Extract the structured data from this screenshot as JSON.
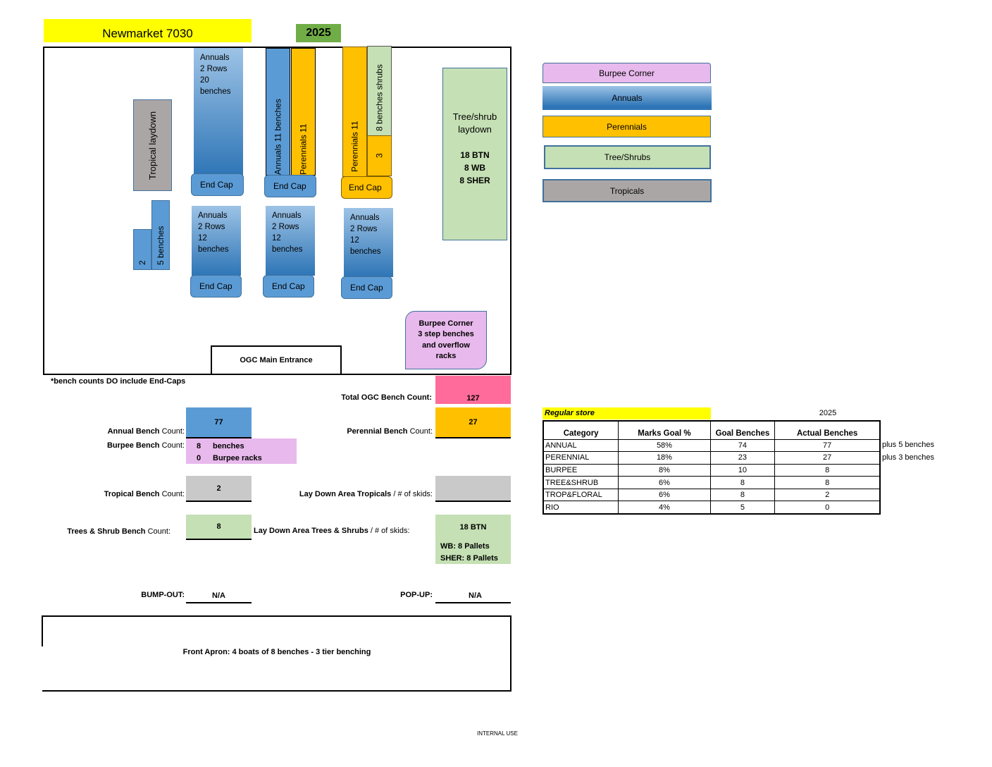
{
  "header": {
    "store": "Newmarket 7030",
    "year": "2025"
  },
  "map": {
    "tropical_laydown": "Tropical laydown",
    "annuals_20": "Annuals\n2 Rows\n20\nbenches",
    "annuals_11": "Annuals  11  benches",
    "perennials_11a": "Perennials  11",
    "perennials_11b": "Perennials  11",
    "shrubs_8": "8 benches shrubs",
    "three": "3",
    "end_cap": "End Cap",
    "tree_shrub_title": "Tree/shrub\nlaydown",
    "tree_shrub_counts": "18 BTN\n8 WB\n8 SHER",
    "two": "2",
    "five_benches": "5 benches",
    "annuals_12": "Annuals\n2 Rows\n12\nbenches",
    "burpee_corner": "Burpee Corner\n3 step benches\nand overflow\nracks",
    "entrance": "OGC Main Entrance",
    "footnote": "*bench counts DO include End-Caps"
  },
  "legend": [
    "Burpee Corner",
    "Annuals",
    "Perennials",
    "Tree/Shrubs",
    "Tropicals"
  ],
  "counts": {
    "total_label": "Total OGC Bench Count:",
    "total": "127",
    "annual_label_b": "Annual Bench",
    "annual_label_n": " Count:",
    "annual": "77",
    "perennial_label_b": "Perennial Bench",
    "perennial_label_n": " Count:",
    "perennial": "27",
    "burpee_label_b": "Burpee Bench",
    "burpee_label_n": " Count:",
    "burpee_benches_n": "8",
    "burpee_benches": "benches",
    "burpee_racks_n": "0",
    "burpee_racks": "Burpee racks",
    "tropical_label_b": "Tropical Bench",
    "tropical_label_n": " Count:",
    "tropical": "2",
    "laydown_trop_label_b": "Lay Down Area Tropicals",
    "laydown_trop_label_n": " / # of skids:",
    "trees_label_b": "Trees & Shrub Bench",
    "trees_label_n": " Count:",
    "trees": "8",
    "laydown_trees_label_b": "Lay Down Area Trees & Shrubs",
    "laydown_trees_label_n": " / # of skids:",
    "laydown_trees": "18 BTN",
    "wb": "WB: 8 Pallets",
    "sher": "SHER: 8 Pallets",
    "bump_label": "BUMP-OUT:",
    "bump": "N/A",
    "pop_label": "POP-UP:",
    "pop": "N/A"
  },
  "apron": "Front Apron: 4 boats of 8 benches - 3 tier benching",
  "footer": "INTERNAL USE",
  "table": {
    "title": "Regular store",
    "year": "2025",
    "headers": [
      "Category",
      "Marks Goal %",
      "Goal Benches",
      "Actual Benches"
    ],
    "rows": [
      [
        "ANNUAL",
        "58%",
        "74",
        "77",
        "plus 5 benches"
      ],
      [
        "PERENNIAL",
        "18%",
        "23",
        "27",
        "plus 3 benches"
      ],
      [
        "BURPEE",
        "8%",
        "10",
        "8",
        ""
      ],
      [
        "TREE&SHRUB",
        "6%",
        "8",
        "8",
        ""
      ],
      [
        "TROP&FLORAL",
        "6%",
        "8",
        "2",
        ""
      ],
      [
        "RIO",
        "4%",
        "5",
        "0",
        ""
      ]
    ]
  },
  "colors": {
    "annual": "#5b9bd5",
    "perennial": "#ffc000",
    "tree": "#c5e0b4",
    "tropical": "#aba6a6",
    "burpee": "#e8b9ec",
    "total": "#ff6b9a",
    "title": "#ffff00",
    "year": "#70ad47"
  }
}
